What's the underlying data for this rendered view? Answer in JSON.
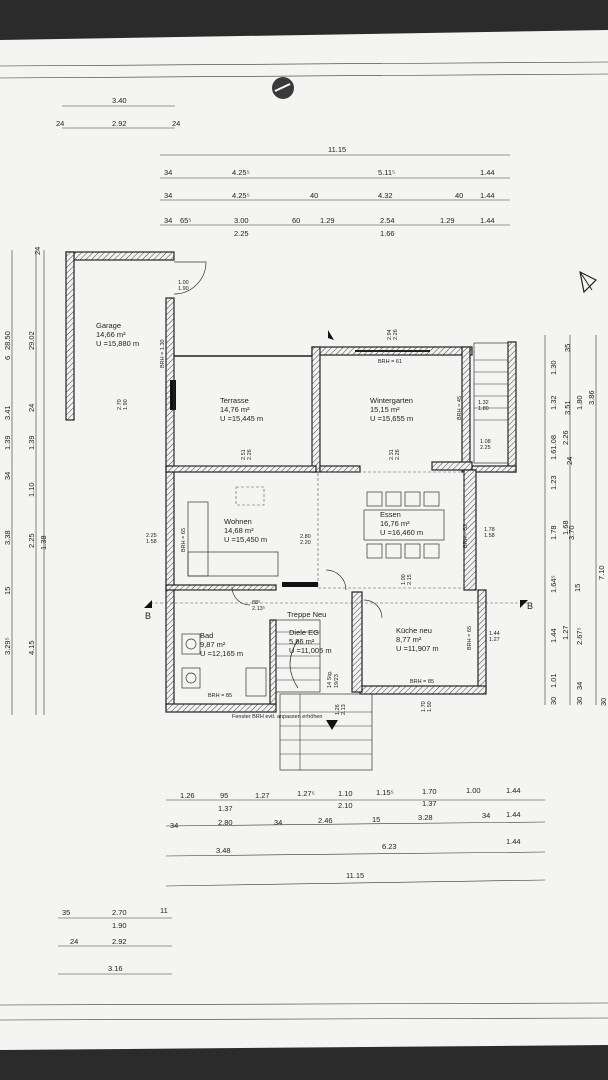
{
  "plan": {
    "rooms": {
      "garage": {
        "name": "Garage",
        "area": "14,66 m²",
        "perimeter": "U =15,880 m"
      },
      "terrasse": {
        "name": "Terrasse",
        "area": "14,76 m²",
        "perimeter": "U =15,445 m"
      },
      "wintergarten": {
        "name": "Wintergarten",
        "area": "15,15 m²",
        "perimeter": "U =15,655 m"
      },
      "wohnen": {
        "name": "Wohnen",
        "area": "14,68 m²",
        "perimeter": "U =15,450 m"
      },
      "essen": {
        "name": "Essen",
        "area": "16,76 m²",
        "perimeter": "U =16,460 m"
      },
      "bad": {
        "name": "Bad",
        "area": "9,87 m²",
        "perimeter": "U =12,165 m"
      },
      "diele": {
        "name": "Diele EG",
        "area": "5,86 m²",
        "perimeter": "U =11,005 m"
      },
      "kueche": {
        "name": "Küche neu",
        "area": "8,77 m²",
        "perimeter": "U =11,907 m"
      }
    },
    "labels": {
      "treppe": "Treppe Neu",
      "stair_count": "14 Stg.",
      "stair_ratio": "19/23",
      "fenster_note": "Fenster BRH evtl. anpassen erhöhen",
      "section_left": "B",
      "section_right": "B",
      "brh_61": "BRH = 61",
      "brh_85_bad": "BRH = 85",
      "brh_85_kueche": "BRH = 85",
      "brh_130": "BRH = 1.30",
      "brh_45": "BRH = 45",
      "brh_52": "BRH = 52",
      "brh_65": "BRH = 65",
      "brh_wohnen": "BRH = 65",
      "door_garage_top": "1.00",
      "door_garage_bot": "1.90",
      "opening_terr_top": "2.70",
      "opening_terr_bot": "1.90"
    },
    "top_dims": {
      "a": "3.40",
      "b1": "24",
      "b2": "2.92",
      "b3": "24",
      "c": "11.15",
      "d1": "34",
      "d2": "4.25⁵",
      "d3": "5.11⁵",
      "d4": "1.44",
      "e1": "34",
      "e2": "4.25⁵",
      "e3": "40",
      "e4": "4.32",
      "e5": "40",
      "e6": "1.44",
      "f1": "34",
      "f2": "65⁵",
      "f3": "3.00",
      "f4": "60",
      "f5": "1.29",
      "f6": "2.54",
      "f7": "1.29",
      "f8": "1.44",
      "g1": "2.25",
      "g2": "1.66"
    },
    "bottom_dims": {
      "a1": "1.26",
      "a2": "95",
      "a3": "1.27",
      "a4": "1.27⁵",
      "a5": "1.10",
      "a6": "1.15⁵",
      "a7": "1.70",
      "a8": "1.00",
      "a9": "1.44",
      "b1": "1.37",
      "b2": "2.10",
      "b3": "1.37",
      "c1": "34",
      "c2": "2.80",
      "c3": "34",
      "c4": "2.46",
      "c5": "15",
      "c6": "3.28",
      "c7": "34",
      "c8": "1.44",
      "d1": "3.48",
      "d2": "6.23",
      "d3": "1.44",
      "e": "11.15",
      "f1": "35",
      "f2": "2.70",
      "f3": "11",
      "g": "1.90",
      "h1": "24",
      "h2": "2.92",
      "i": "3.16"
    },
    "left_dims": {
      "a1": "3.29⁵",
      "a2": "15",
      "a3": "3.38",
      "a4": "34",
      "a5": "1.39",
      "a6": "3.41",
      "a7": "6",
      "a8": "28.50",
      "b1": "4.15",
      "b2": "2.25",
      "b3": "1.10",
      "b4": "1.39",
      "b5": "29.02",
      "c1": "1.38",
      "c2": "24",
      "c3": "24"
    },
    "right_dims": {
      "a1": "30",
      "a2": "1.01",
      "a3": "1.44",
      "a4": "1.64⁵",
      "a5": "1.78",
      "a6": "1.23",
      "a7": "1.61.08",
      "a8": "1.30",
      "b1": "1.27",
      "b2": "1.68",
      "b3": "2.26",
      "b4": "1.32",
      "c1": "30",
      "c2": "34",
      "c3": "2.67⁵",
      "c4": "15",
      "c5": "3.70",
      "c6": "24",
      "c7": "3.51",
      "c8": "1.80",
      "c9": "35",
      "d1": "30",
      "d2": "7.10",
      "d3": "3.86"
    },
    "inner_dims": {
      "win1": "2.94",
      "win2": "2.26",
      "w1": "2.51",
      "w2": "2.26",
      "e1": "2.31",
      "e2": "2.26",
      "wo1": "2.80",
      "wo2": "2.20",
      "wo3": "2.25",
      "wo4": "1.58",
      "es1": "1.78",
      "es2": "1.58",
      "sf1": "1.08",
      "sf2": "2.25",
      "sf3": "1.32",
      "sf4": "1.80",
      "k1": "1.44",
      "k2": "1.27",
      "k3": "1.70",
      "k4": "1.50",
      "di1": "1.26",
      "di2": "2.13",
      "di3": "1.00",
      "di4": "2.15",
      "bath1": "88⁵",
      "bath2": "2.13⁵"
    }
  }
}
